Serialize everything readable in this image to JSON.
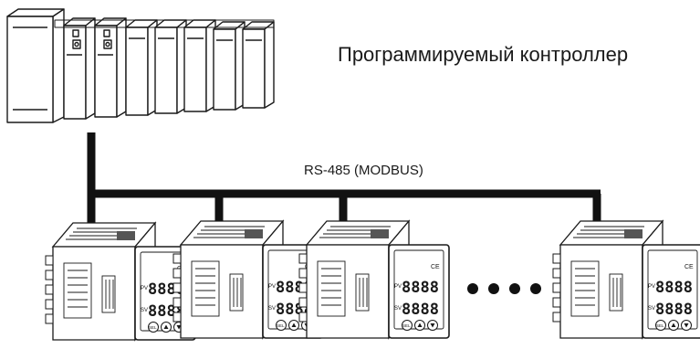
{
  "labels": {
    "plc": "Программируемый контроллер",
    "bus": "RS-485 (MODBUS)"
  },
  "controller_panel": {
    "pv_label": "PV",
    "sv_label": "SV",
    "pv_value": "8888",
    "sv_value": "8888",
    "sel_label": "SEL",
    "ce_mark": "CE"
  },
  "devices": [
    {
      "id": "controller-1"
    },
    {
      "id": "controller-2"
    },
    {
      "id": "controller-3"
    },
    {
      "id": "controller-n"
    }
  ],
  "colors": {
    "line": "#111111",
    "body": "#ffffff",
    "stroke": "#1a1a1a"
  }
}
